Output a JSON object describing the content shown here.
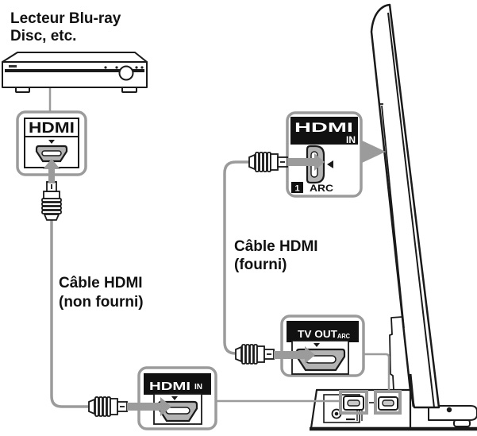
{
  "diagram": {
    "source_device_label": {
      "line1": "Lecteur Blu-ray",
      "line2": "Disc, etc."
    },
    "cable_not_supplied_label": {
      "line1": "Câble HDMI",
      "line2": "(non fourni)"
    },
    "cable_supplied_label": {
      "line1": "Câble HDMI",
      "line2": "(fourni)"
    },
    "bluray_hdmi_port": {
      "logo": "HDMI"
    },
    "tv_hdmi_in_port": {
      "logo": "HDMI",
      "direction": "IN",
      "input_number": "1",
      "arc": "ARC"
    },
    "soundbase_tv_out_port": {
      "label": "TV OUT",
      "arc": "ARC"
    },
    "soundbase_hdmi_in_port": {
      "logo": "HDMI",
      "direction": "IN"
    },
    "colors": {
      "callout_gray": "#9b9b9b",
      "port_fill": "#b3b3b3",
      "banner_black": "#111111"
    }
  }
}
